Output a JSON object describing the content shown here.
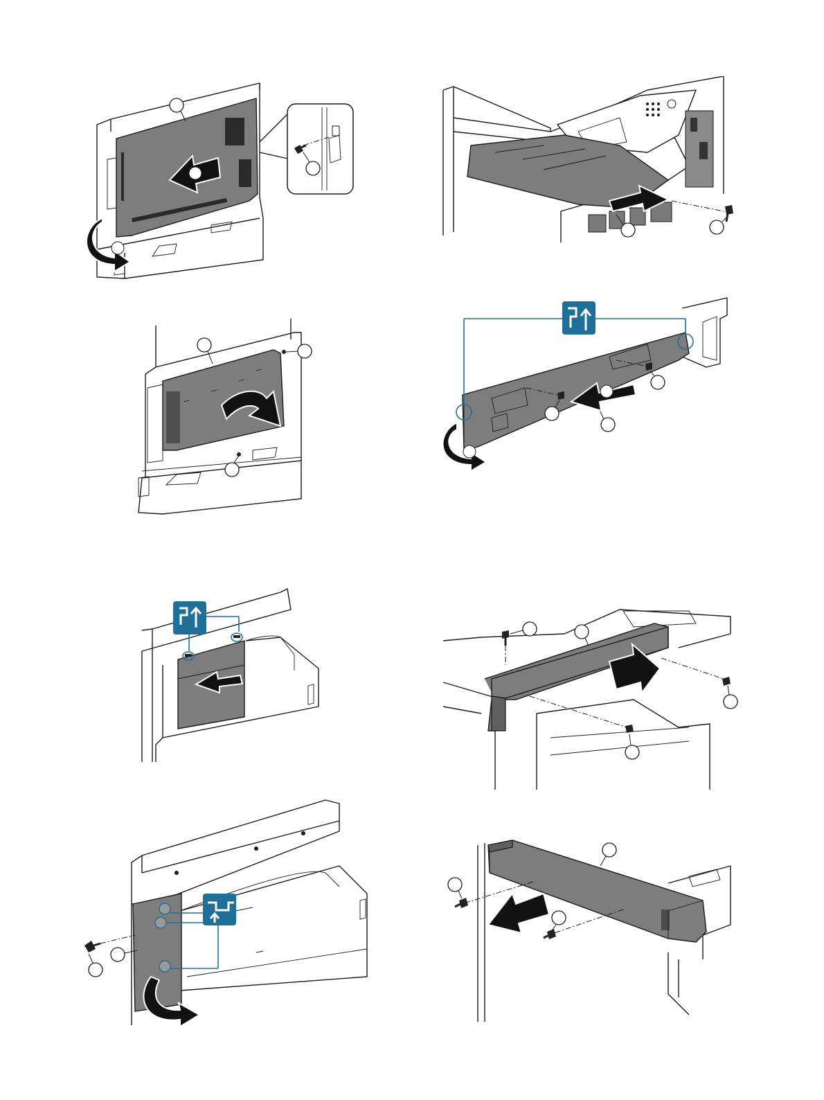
{
  "document": {
    "type": "service-manual-disassembly-illustrations",
    "panels": [
      {
        "id": "rear-cabinet-slide",
        "position": "top-left"
      },
      {
        "id": "controller-plate-swing",
        "position": "middle-left"
      },
      {
        "id": "front-inner-cover",
        "position": "lower-left"
      },
      {
        "id": "front-left-pillar-cover",
        "position": "bottom-left"
      },
      {
        "id": "exit-tray-harness-screw",
        "position": "top-right"
      },
      {
        "id": "front-lower-cover-slide",
        "position": "middle-right"
      },
      {
        "id": "upper-front-cover-pull",
        "position": "lower-right"
      },
      {
        "id": "upper-front-cover-remove",
        "position": "bottom-right"
      }
    ]
  },
  "colors": {
    "cover_gray": "#7d7d7d",
    "badge_blue": "#1f6f98",
    "line": "#1a1a1a"
  },
  "icons": [
    "hook-release-icon",
    "screw-icon",
    "slide-arrow-icon",
    "rotate-arrow-icon"
  ]
}
